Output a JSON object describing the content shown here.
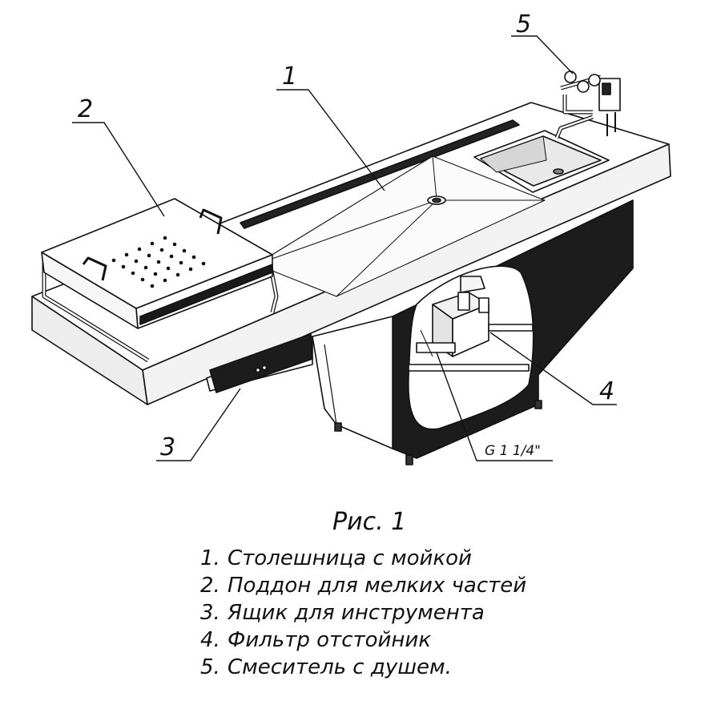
{
  "callouts": {
    "c1": "1",
    "c2": "2",
    "c3": "3",
    "c4": "4",
    "c5": "5"
  },
  "thread_label": "G 1 1/4\"",
  "caption": {
    "title": "Рис. 1",
    "items": [
      {
        "num": "1.",
        "text": "Столешница с мойкой"
      },
      {
        "num": "2.",
        "text": "Поддон для мелких частей"
      },
      {
        "num": "3.",
        "text": "Ящик для инструмента"
      },
      {
        "num": "4.",
        "text": "Фильтр отстойник"
      },
      {
        "num": "5.",
        "text": "Смеситель с душем."
      }
    ]
  }
}
